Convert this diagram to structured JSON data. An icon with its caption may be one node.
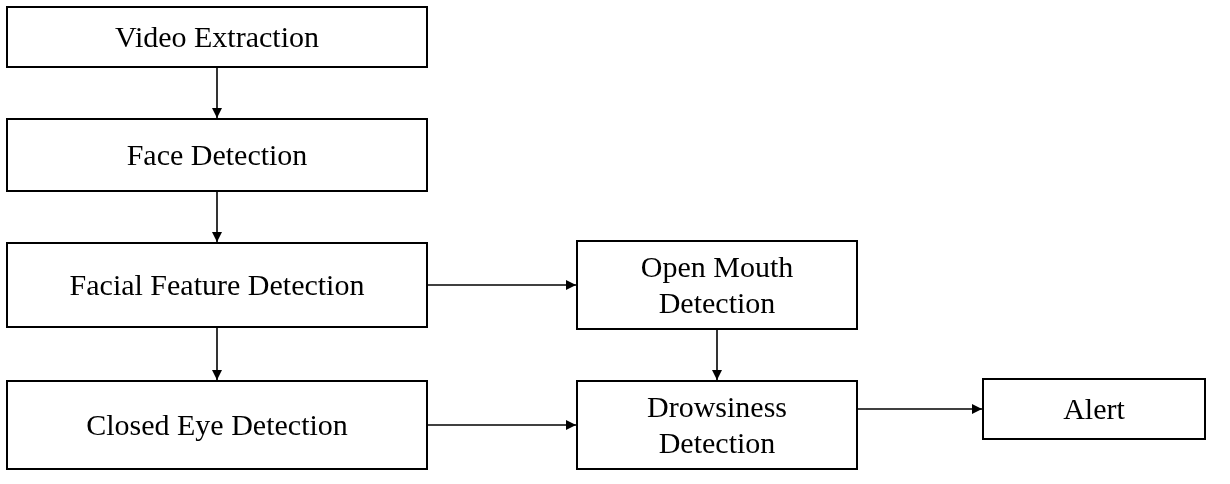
{
  "diagram": {
    "nodes": [
      {
        "text": [
          "Video Extraction"
        ]
      },
      {
        "text": [
          "Face Detection"
        ]
      },
      {
        "text": [
          "Facial Feature Detection"
        ]
      },
      {
        "text": [
          "Open Mouth Detection"
        ]
      },
      {
        "text": [
          "Closed Eye Detection"
        ]
      },
      {
        "text": [
          "Drowsiness Detection"
        ]
      },
      {
        "text": [
          "Alert"
        ]
      }
    ],
    "edges": [
      {
        "from": 0,
        "to": 1,
        "arrow": "to"
      },
      {
        "from": 1,
        "to": 2,
        "arrow": "to"
      },
      {
        "from": 2,
        "to": 3,
        "arrow": "to"
      },
      {
        "from": 2,
        "to": 4,
        "arrow": "to"
      },
      {
        "from": 3,
        "to": 5,
        "arrow": "to"
      },
      {
        "from": 4,
        "to": 5,
        "arrow": "to"
      },
      {
        "from": 5,
        "to": 6,
        "arrow": "to"
      }
    ]
  }
}
